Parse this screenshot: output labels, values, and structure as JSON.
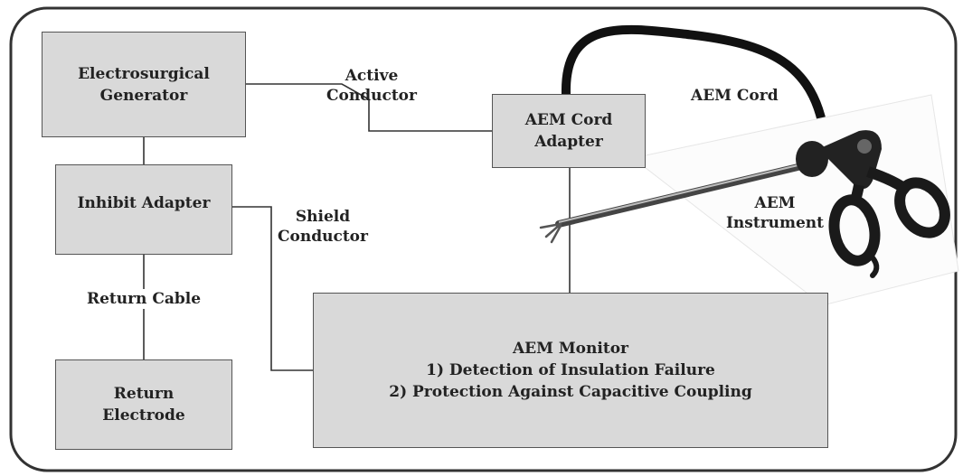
{
  "blocks": {
    "generator": [
      "Electrosurgical",
      "Generator"
    ],
    "inhibit": [
      "Inhibit Adapter"
    ],
    "return_electrode": [
      "Return",
      "Electrode"
    ],
    "cord_adapter": [
      "AEM Cord",
      "Adapter"
    ],
    "monitor": [
      "AEM Monitor",
      "1) Detection of Insulation Failure",
      "2) Protection Against Capacitive Coupling"
    ]
  },
  "connections": {
    "active": [
      "Active",
      "Conductor"
    ],
    "shield": [
      "Shield",
      "Conductor"
    ],
    "return_cable": "Return Cable"
  },
  "instrument": {
    "cord": "AEM Cord",
    "name": [
      "AEM",
      "Instrument"
    ]
  }
}
